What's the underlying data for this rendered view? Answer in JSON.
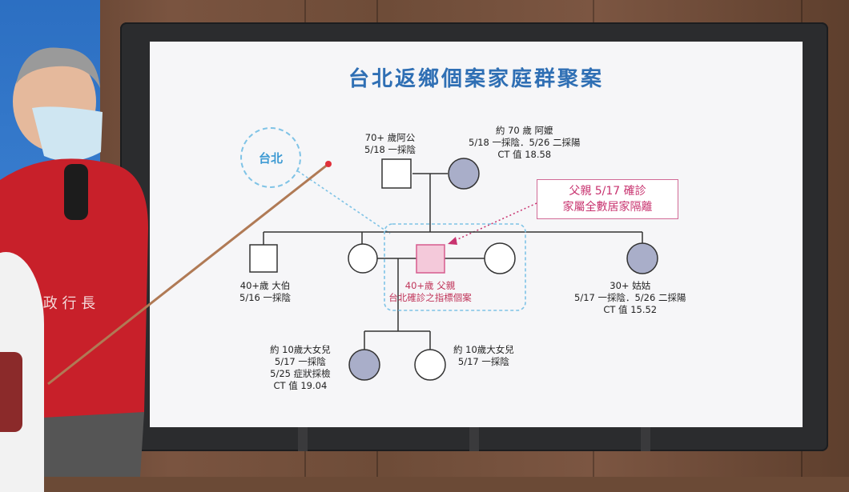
{
  "slide": {
    "title": "台北返鄉個案家庭群聚案",
    "taipei_label": "台北",
    "note": {
      "line1": "父親 5/17 確診",
      "line2": "家屬全數居家隔離"
    },
    "grandfather": {
      "line1": "70+ 歲阿公",
      "line2": "5/18 一採陰"
    },
    "grandmother": {
      "line1": "約 70 歲 阿嬤",
      "line2": "5/18 一採陰．5/26 二採陽",
      "line3": "CT 值 18.58"
    },
    "uncle": {
      "line1": "40+歲 大伯",
      "line2": "5/16 一採陰"
    },
    "father": {
      "line1": "40+歲 父親",
      "line2": "台北確診之指標個案"
    },
    "aunt": {
      "line1": "30+ 姑姑",
      "line2": "5/17 一採陰．5/26 二採陽",
      "line3": "CT 值 15.52"
    },
    "daughter1": {
      "line1": "約 10歲大女兒",
      "line2": "5/17 一採陰",
      "line3": "5/25 症狀採檢",
      "line4": "CT 值 19.04"
    },
    "daughter2": {
      "line1": "約 10歲大女兒",
      "line2": "5/17 一採陰"
    }
  },
  "vest_text": "衛 政 行 長",
  "colors": {
    "title_blue": "#2f6fb4",
    "positive_fill": "#a9aec9",
    "index_fill": "#f4c9da",
    "index_stroke": "#d65b8e",
    "note_red": "#c8336f"
  }
}
